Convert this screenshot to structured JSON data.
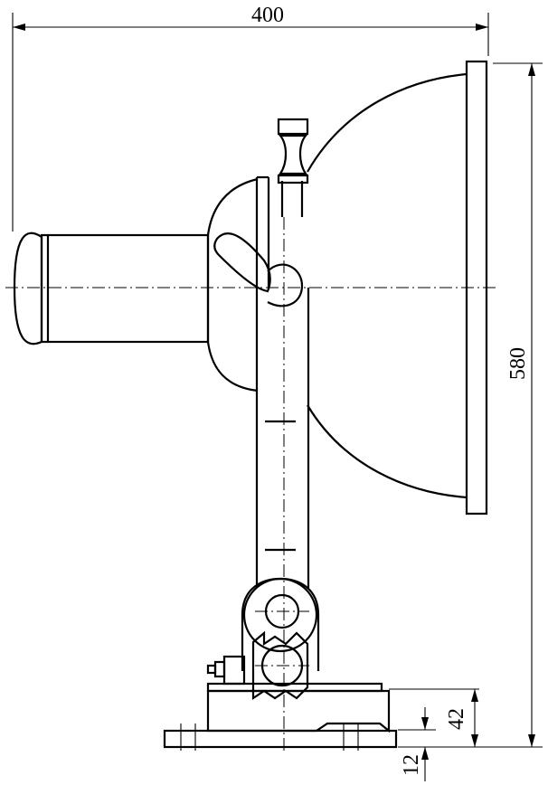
{
  "dimensions": {
    "overall_width": "400",
    "overall_height": "580",
    "base_height": "42",
    "base_plate_thickness": "12"
  },
  "colors": {
    "line": "#000000",
    "background": "#ffffff"
  }
}
